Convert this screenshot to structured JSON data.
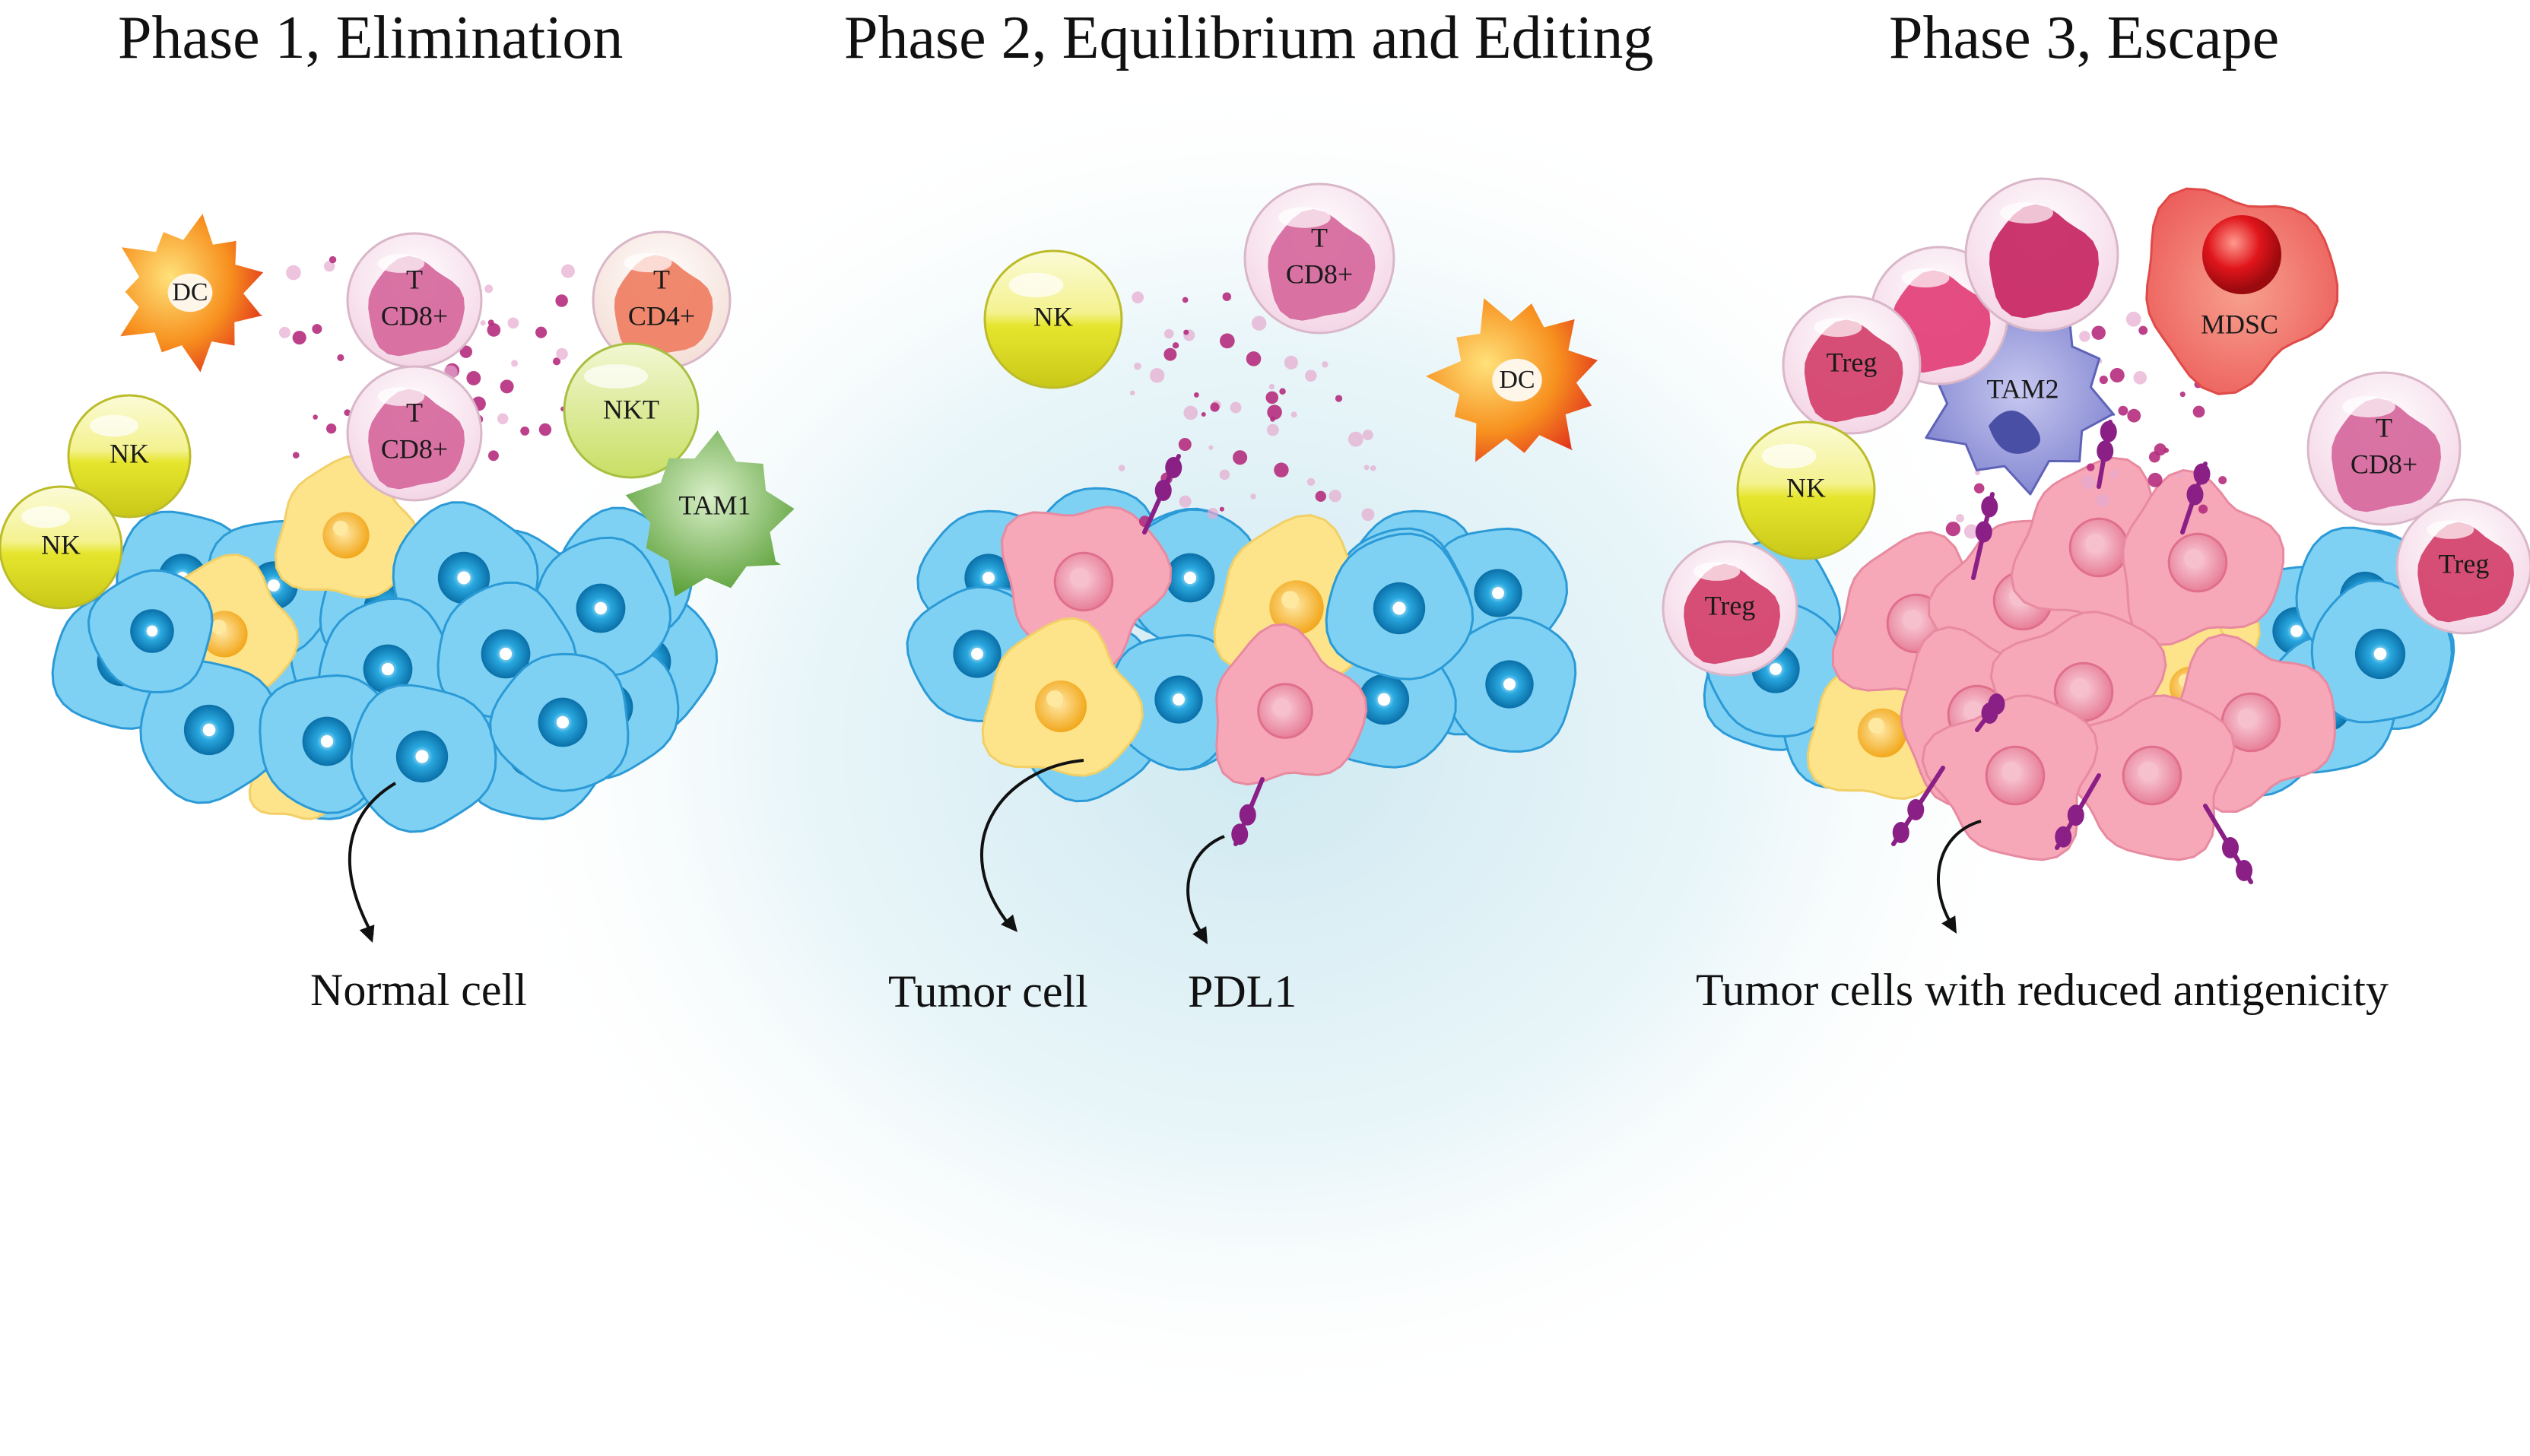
{
  "phases": [
    {
      "title": "Phase 1, Elimination"
    },
    {
      "title": "Phase 2, Equilibrium and Editing"
    },
    {
      "title": "Phase 3, Escape"
    }
  ],
  "captions": {
    "normal_cell": "Normal cell",
    "tumor_cell": "Tumor cell",
    "pdl1": "PDL1",
    "reduced": "Tumor cells with reduced antigenicity"
  },
  "cells": {
    "dc": "DC",
    "t": "T",
    "cd8": "CD8+",
    "cd4": "CD4+",
    "nk": "NK",
    "nkt": "NKT",
    "tam1": "TAM1",
    "tam2": "TAM2",
    "treg": "Treg",
    "mdsc": "MDSC"
  },
  "colors": {
    "normal_cell": "#7fd1f3",
    "normal_nucleus": "#1aa3dd",
    "tumor_yellow": "#fde48a",
    "tumor_pink": "#f6a8b8",
    "dc": "#f7901e",
    "cd8": "#d6679c",
    "cd4": "#ef7e62",
    "nk": "#e7e63a",
    "tam1": "#7cb85a",
    "tam2": "#8c8fd6",
    "treg": "#d23f6a",
    "mdsc": "#ef6a6a",
    "pdl1": "#8a1f86"
  }
}
